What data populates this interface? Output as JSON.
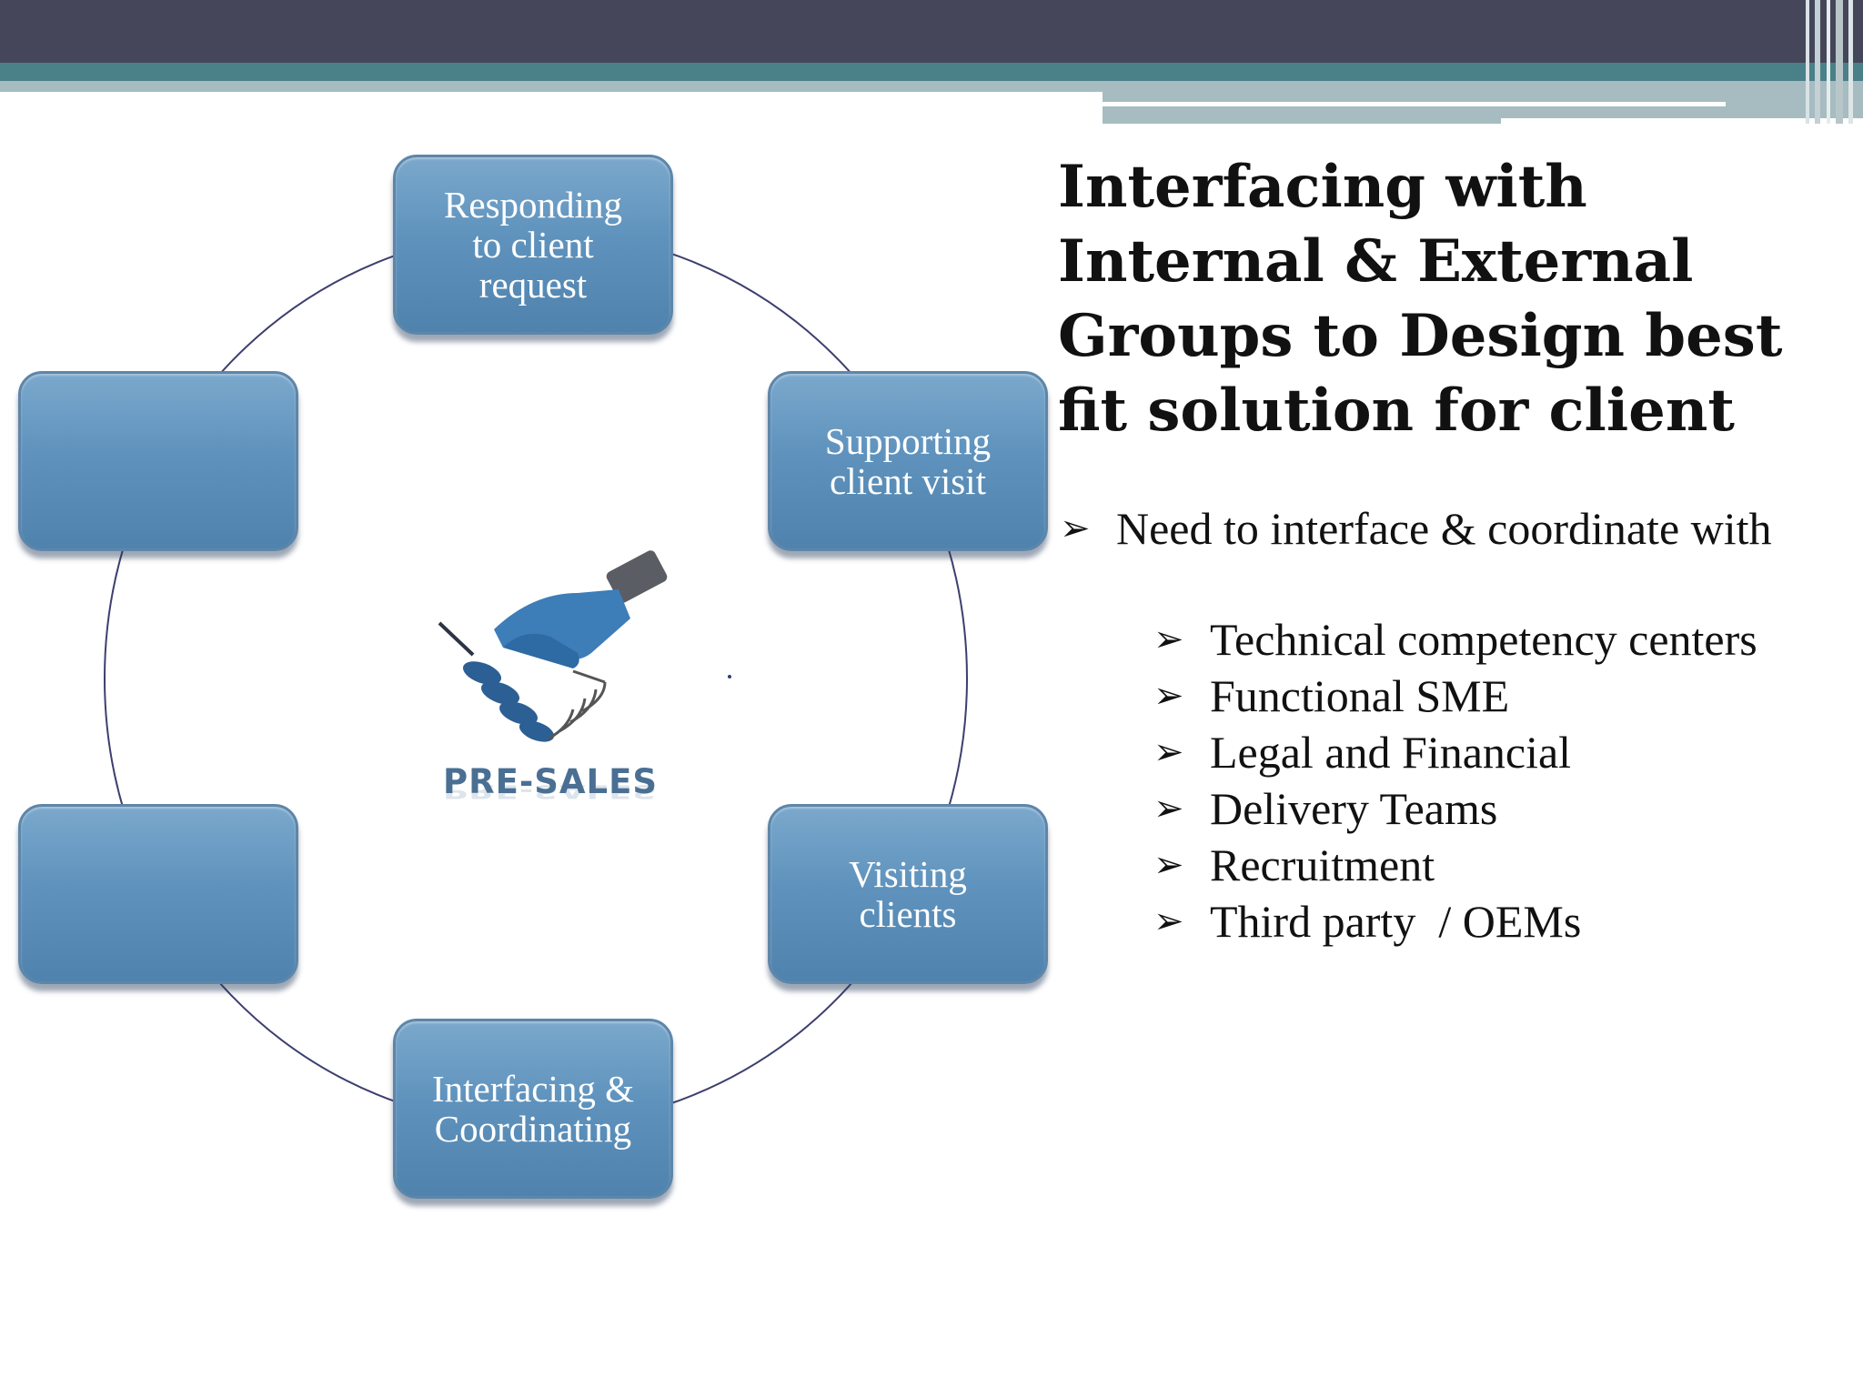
{
  "slide": {
    "title_lines": [
      "Interfacing with",
      "Internal & External",
      "Groups to Design best",
      "fit solution for client"
    ]
  },
  "diagram": {
    "center_logo_text": "PRE-SALES",
    "nodes": [
      {
        "id": "responding",
        "lines": [
          "Responding",
          "to client",
          "request"
        ]
      },
      {
        "id": "supporting",
        "lines": [
          "Supporting",
          "client visit"
        ]
      },
      {
        "id": "visiting",
        "lines": [
          "Visiting",
          "clients"
        ]
      },
      {
        "id": "interfacing",
        "lines": [
          "Interfacing &",
          "Coordinating"
        ]
      },
      {
        "id": "empty-left-bottom",
        "lines": []
      },
      {
        "id": "empty-left-top",
        "lines": []
      }
    ]
  },
  "bullets": {
    "main": "Need to interface & coordinate with",
    "marker": "➢",
    "sub": [
      "Technical competency centers",
      "Functional SME",
      "Legal and Financial",
      "Delivery Teams",
      "Recruitment",
      "Third party  / OEMs"
    ]
  },
  "colors": {
    "header_dark": "#46465a",
    "header_teal": "#4a8088",
    "header_light": "#a6bcc1",
    "node_fill": "#5f93bd",
    "ring": "#3c3f6e"
  }
}
